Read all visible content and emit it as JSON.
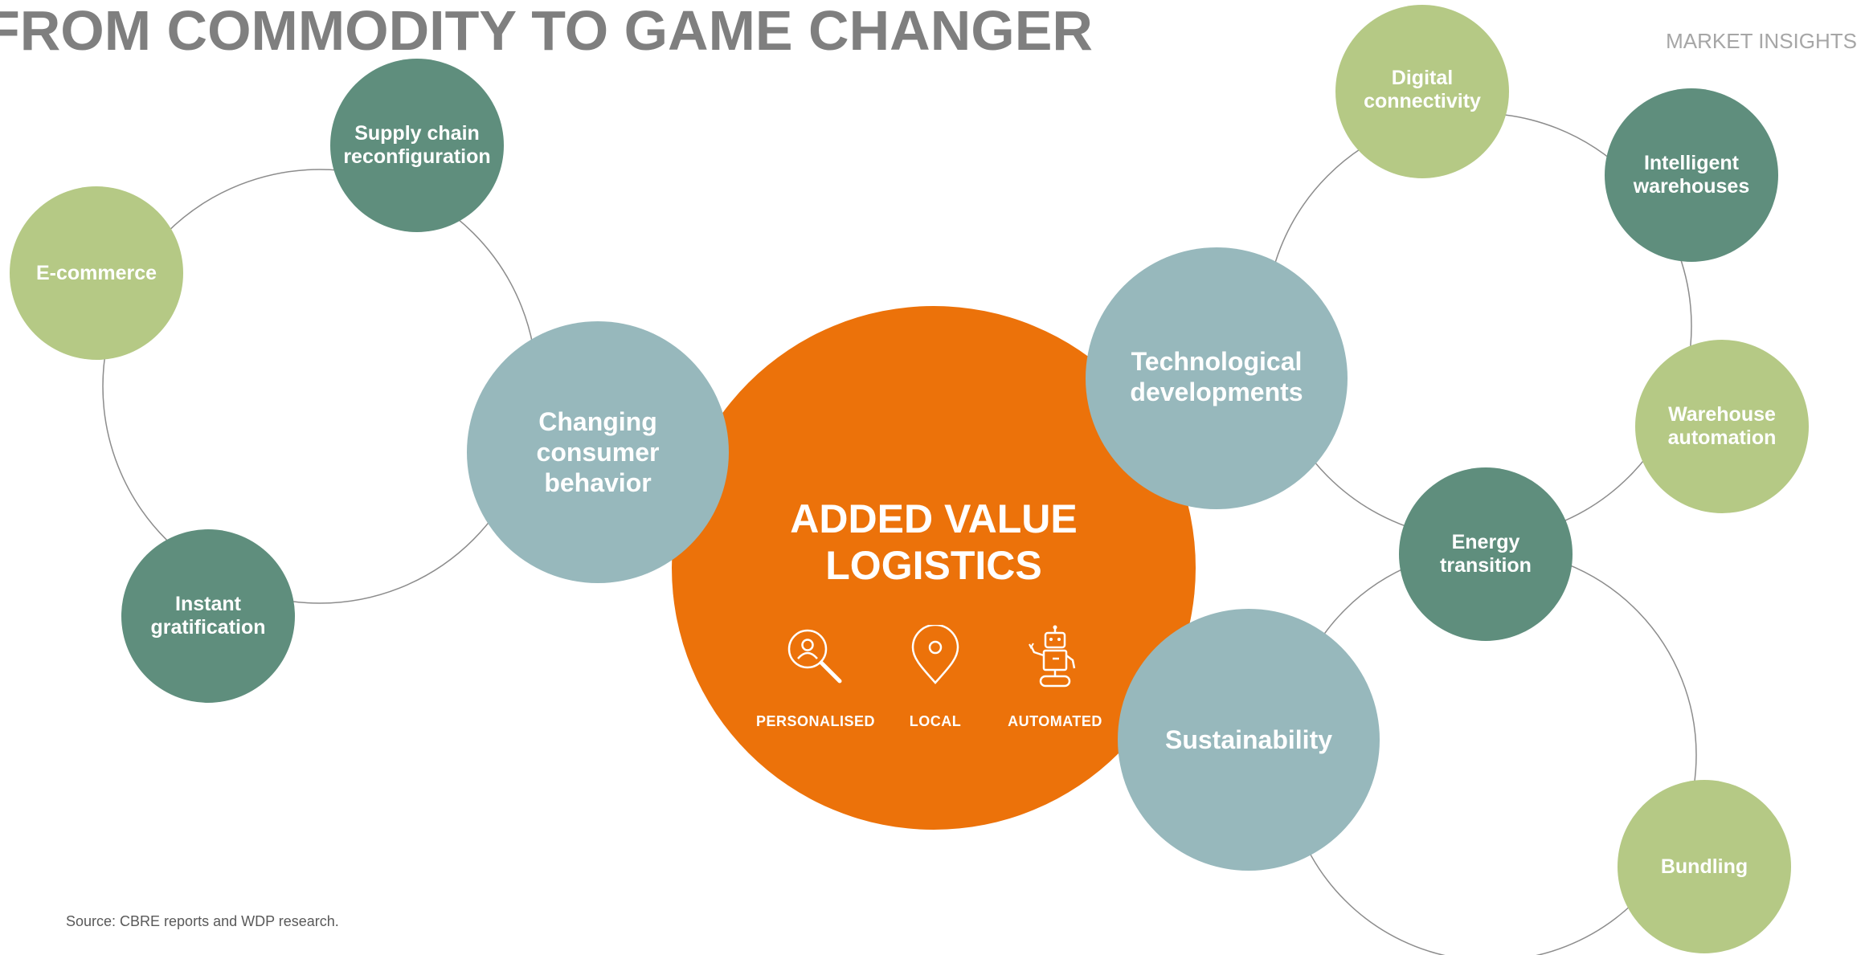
{
  "header": {
    "title": "FROM COMMODITY TO GAME CHANGER",
    "tag": "MARKET INSIGHTS"
  },
  "core": {
    "title_line1": "ADDED VALUE",
    "title_line2": "LOGISTICS",
    "pillars": [
      {
        "label": "PERSONALISED",
        "icon": "person-magnifier-icon"
      },
      {
        "label": "LOCAL",
        "icon": "location-pin-icon"
      },
      {
        "label": "AUTOMATED",
        "icon": "robot-icon"
      }
    ]
  },
  "drivers": {
    "consumer": {
      "label_lines": [
        "Changing",
        "consumer",
        "behavior"
      ],
      "subtopics": [
        {
          "lines": [
            "Supply chain",
            "reconfiguration"
          ]
        },
        {
          "lines": [
            "E-commerce"
          ]
        },
        {
          "lines": [
            "Instant",
            "gratification"
          ]
        }
      ]
    },
    "technology": {
      "label_lines": [
        "Technological",
        "developments"
      ],
      "subtopics": [
        {
          "lines": [
            "Digital",
            "connectivity"
          ]
        },
        {
          "lines": [
            "Intelligent",
            "warehouses"
          ]
        },
        {
          "lines": [
            "Warehouse",
            "automation"
          ]
        }
      ]
    },
    "sustainability": {
      "label_lines": [
        "Sustainability"
      ],
      "subtopics": [
        {
          "lines": [
            "Energy",
            "transition"
          ]
        },
        {
          "lines": [
            "Bundling"
          ]
        }
      ]
    }
  },
  "footer": {
    "source": "Source: CBRE reports and WDP research."
  },
  "colors": {
    "orange": "#ec720a",
    "light_green": "#b5c985",
    "dark_teal": "#5f8e7d",
    "light_blue": "#97b8bc",
    "title_gray": "#7f7f7f"
  }
}
